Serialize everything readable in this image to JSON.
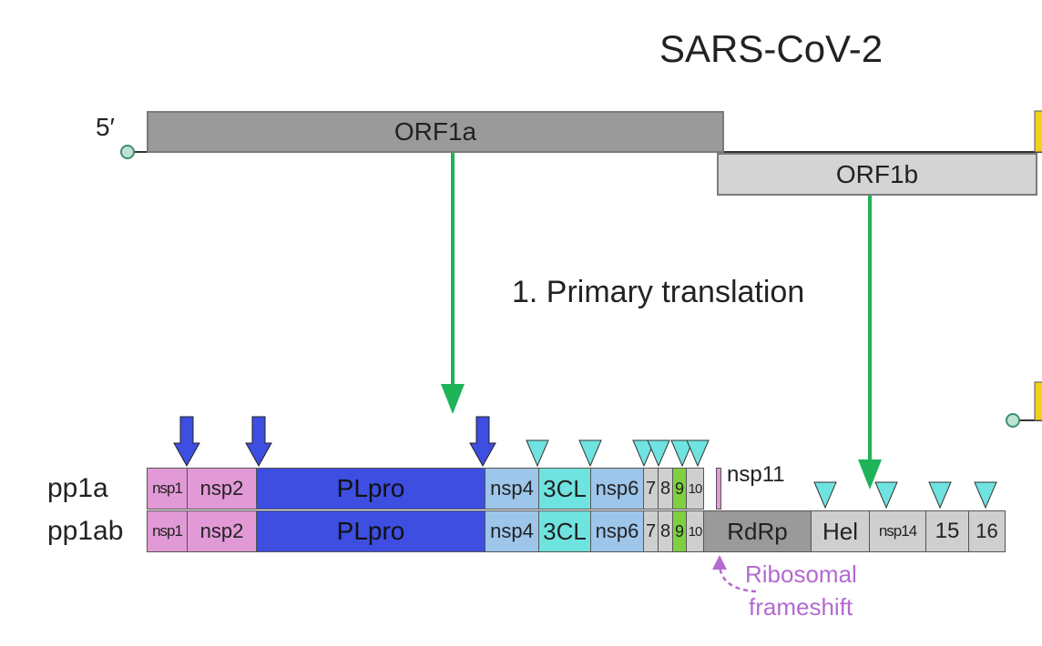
{
  "title": "SARS-CoV-2",
  "five_prime": "5′",
  "cap_symbol": "c",
  "orf1a_label": "ORF1a",
  "orf1b_label": "ORF1b",
  "step_label": "1. Primary translation",
  "pp1a_label": "pp1a",
  "pp1ab_label": "pp1ab",
  "nsp11_label": "nsp11",
  "frameshift_line1": "Ribosomal",
  "frameshift_line2": "frameshift",
  "colors": {
    "pink": "#e29ad6",
    "blue": "#3d4ee0",
    "lightblue": "#9ec6ea",
    "cyan": "#6fe3e0",
    "grey": "#cfcfcf",
    "darkgrey": "#9a9a9a",
    "green": "#7ed040",
    "arrow_green": "#1fb35a",
    "purple": "#b36ad1",
    "yellow": "#f2d21a"
  },
  "pp1a_segments": [
    {
      "label": "nsp1",
      "color": "pink"
    },
    {
      "label": "nsp2",
      "color": "pink"
    },
    {
      "label": "PLpro",
      "color": "blue"
    },
    {
      "label": "nsp4",
      "color": "lightblue"
    },
    {
      "label": "3CL",
      "color": "cyan"
    },
    {
      "label": "nsp6",
      "color": "lightblue"
    },
    {
      "label": "7",
      "color": "grey"
    },
    {
      "label": "8",
      "color": "grey"
    },
    {
      "label": "9",
      "color": "green"
    },
    {
      "label": "10",
      "color": "grey"
    }
  ],
  "pp1ab_segments": [
    {
      "label": "nsp1",
      "color": "pink"
    },
    {
      "label": "nsp2",
      "color": "pink"
    },
    {
      "label": "PLpro",
      "color": "blue"
    },
    {
      "label": "nsp4",
      "color": "lightblue"
    },
    {
      "label": "3CL",
      "color": "cyan"
    },
    {
      "label": "nsp6",
      "color": "lightblue"
    },
    {
      "label": "7",
      "color": "grey"
    },
    {
      "label": "8",
      "color": "grey"
    },
    {
      "label": "9",
      "color": "green"
    },
    {
      "label": "10",
      "color": "grey"
    },
    {
      "label": "RdRp",
      "color": "darkgrey"
    },
    {
      "label": "Hel",
      "color": "grey"
    },
    {
      "label": "nsp14",
      "color": "grey"
    },
    {
      "label": "15",
      "color": "grey"
    },
    {
      "label": "16",
      "color": "grey"
    }
  ]
}
